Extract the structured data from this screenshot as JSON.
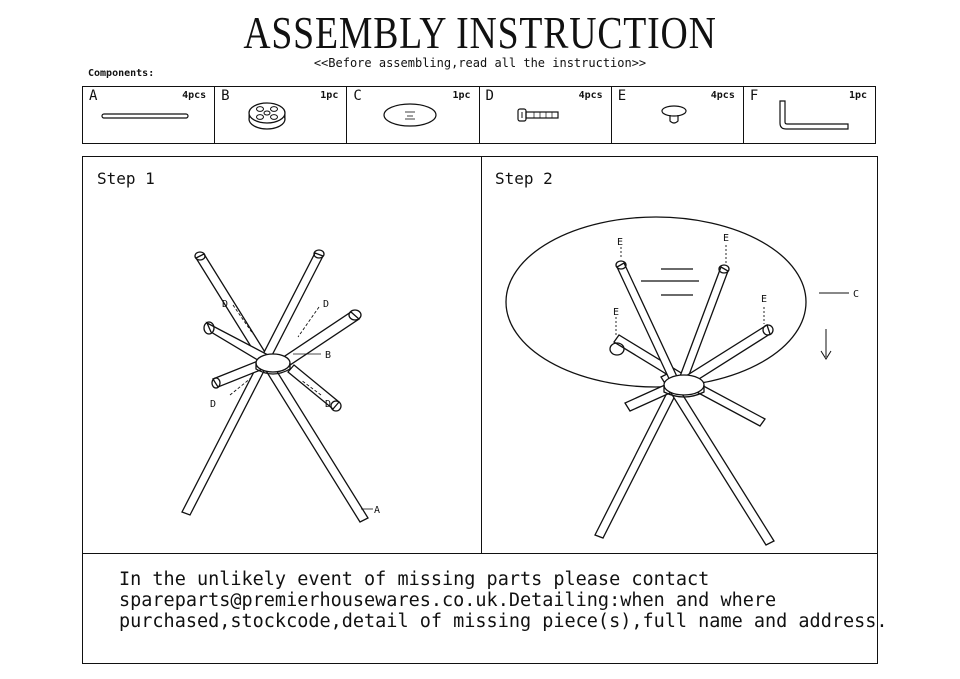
{
  "header": {
    "title": "ASSEMBLY INSTRUCTION",
    "subtitle": "<<Before assembling,read all the instruction>>"
  },
  "components": {
    "label": "Components:",
    "items": [
      {
        "letter": "A",
        "qty": "4pcs",
        "icon": "leg-rod-icon"
      },
      {
        "letter": "B",
        "qty": "1pc",
        "icon": "hub-connector-icon"
      },
      {
        "letter": "C",
        "qty": "1pc",
        "icon": "glass-top-icon"
      },
      {
        "letter": "D",
        "qty": "4pcs",
        "icon": "bolt-icon"
      },
      {
        "letter": "E",
        "qty": "4pcs",
        "icon": "suction-pad-icon"
      },
      {
        "letter": "F",
        "qty": "1pc",
        "icon": "allen-key-icon"
      }
    ]
  },
  "steps": [
    {
      "title": "Step 1",
      "callouts": {
        "bolt": "D",
        "hub": "B",
        "leg": "A"
      }
    },
    {
      "title": "Step 2",
      "callouts": {
        "pad": "E",
        "top": "C"
      }
    }
  ],
  "note": {
    "lines": [
      "In the unlikely event of missing parts please contact",
      "spareparts@premierhousewares.co.uk.Detailing:when and where",
      "purchased,stockcode,detail of missing piece(s),full name and address."
    ]
  }
}
